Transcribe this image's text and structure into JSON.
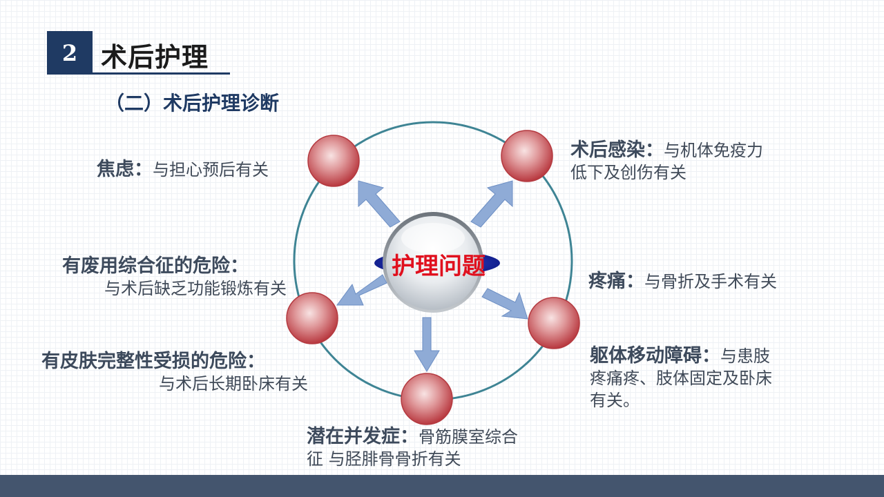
{
  "header": {
    "section_number": "2",
    "section_title": "术后护理",
    "subtitle": "（二）术后护理诊断"
  },
  "center": {
    "label": "护理问题"
  },
  "items": {
    "anxiety": {
      "label": "焦虑：",
      "text": "与担心预后有关"
    },
    "infection": {
      "label": "术后感染：",
      "text1": "与机体免疫力",
      "text2": "低下及创伤有关"
    },
    "disuse": {
      "label": "有废用综合征的危险：",
      "text": "与术后缺乏功能锻炼有关"
    },
    "pain": {
      "label": "疼痛：",
      "text": "与骨折及手术有关"
    },
    "skin": {
      "label": "有皮肤完整性受损的危险：",
      "text": "与术后长期卧床有关"
    },
    "mobility": {
      "label": "躯体移动障碍：",
      "text1": "与患肢",
      "text2": "疼痛疼、肢体固定及卧床",
      "text3": "有关。"
    },
    "complication": {
      "label": "潜在并发症：",
      "text1": "骨筋膜室综合",
      "text2": "征 与胫腓骨骨折有关"
    }
  },
  "colors": {
    "navy": "#1f3a63",
    "ring": "#3e8494",
    "node": "#c8474d",
    "arrow": "#7f9fd0",
    "center_text": "#e0101e",
    "footer": "#44556e"
  }
}
